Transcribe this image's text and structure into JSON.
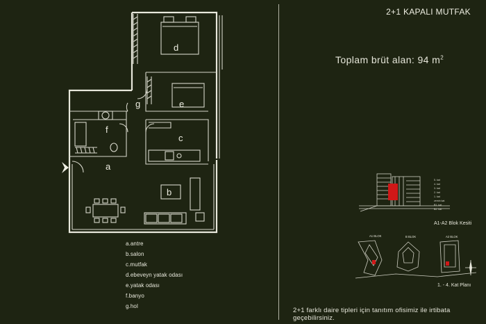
{
  "title": "2+1 KAPALI MUTFAK",
  "area": {
    "text": "Toplam brüt alan: 94 m",
    "unit_sup": "2"
  },
  "rooms": {
    "a": "a",
    "b": "b",
    "c": "c",
    "d": "d",
    "e": "e",
    "f": "f",
    "g": "g"
  },
  "legend": [
    "a.antre",
    "b.salon",
    "c.mutfak",
    "d.ebeveyn yatak odası",
    "e.yatak odası",
    "f.banyo",
    "g.hol"
  ],
  "section": {
    "caption": "A1-A2 Blok Kesiti",
    "floor_labels": [
      "5. kat",
      "4. kat",
      "3. kat",
      "2. kat",
      "1. kat",
      "zemin kat",
      "B1. kat",
      "B2. kat"
    ]
  },
  "site": {
    "caption": "1. - 4. Kat Planı",
    "blocks": [
      "A1 BLOK",
      "B BLOK",
      "A2 BLOK"
    ],
    "north": "N"
  },
  "footer": "2+1 farklı daire tipleri için tanıtım ofisimiz ile irtibata geçebilirsiniz.",
  "colors": {
    "background": "#1e2412",
    "line": "#e8e8dc",
    "highlight": "#d01818"
  }
}
